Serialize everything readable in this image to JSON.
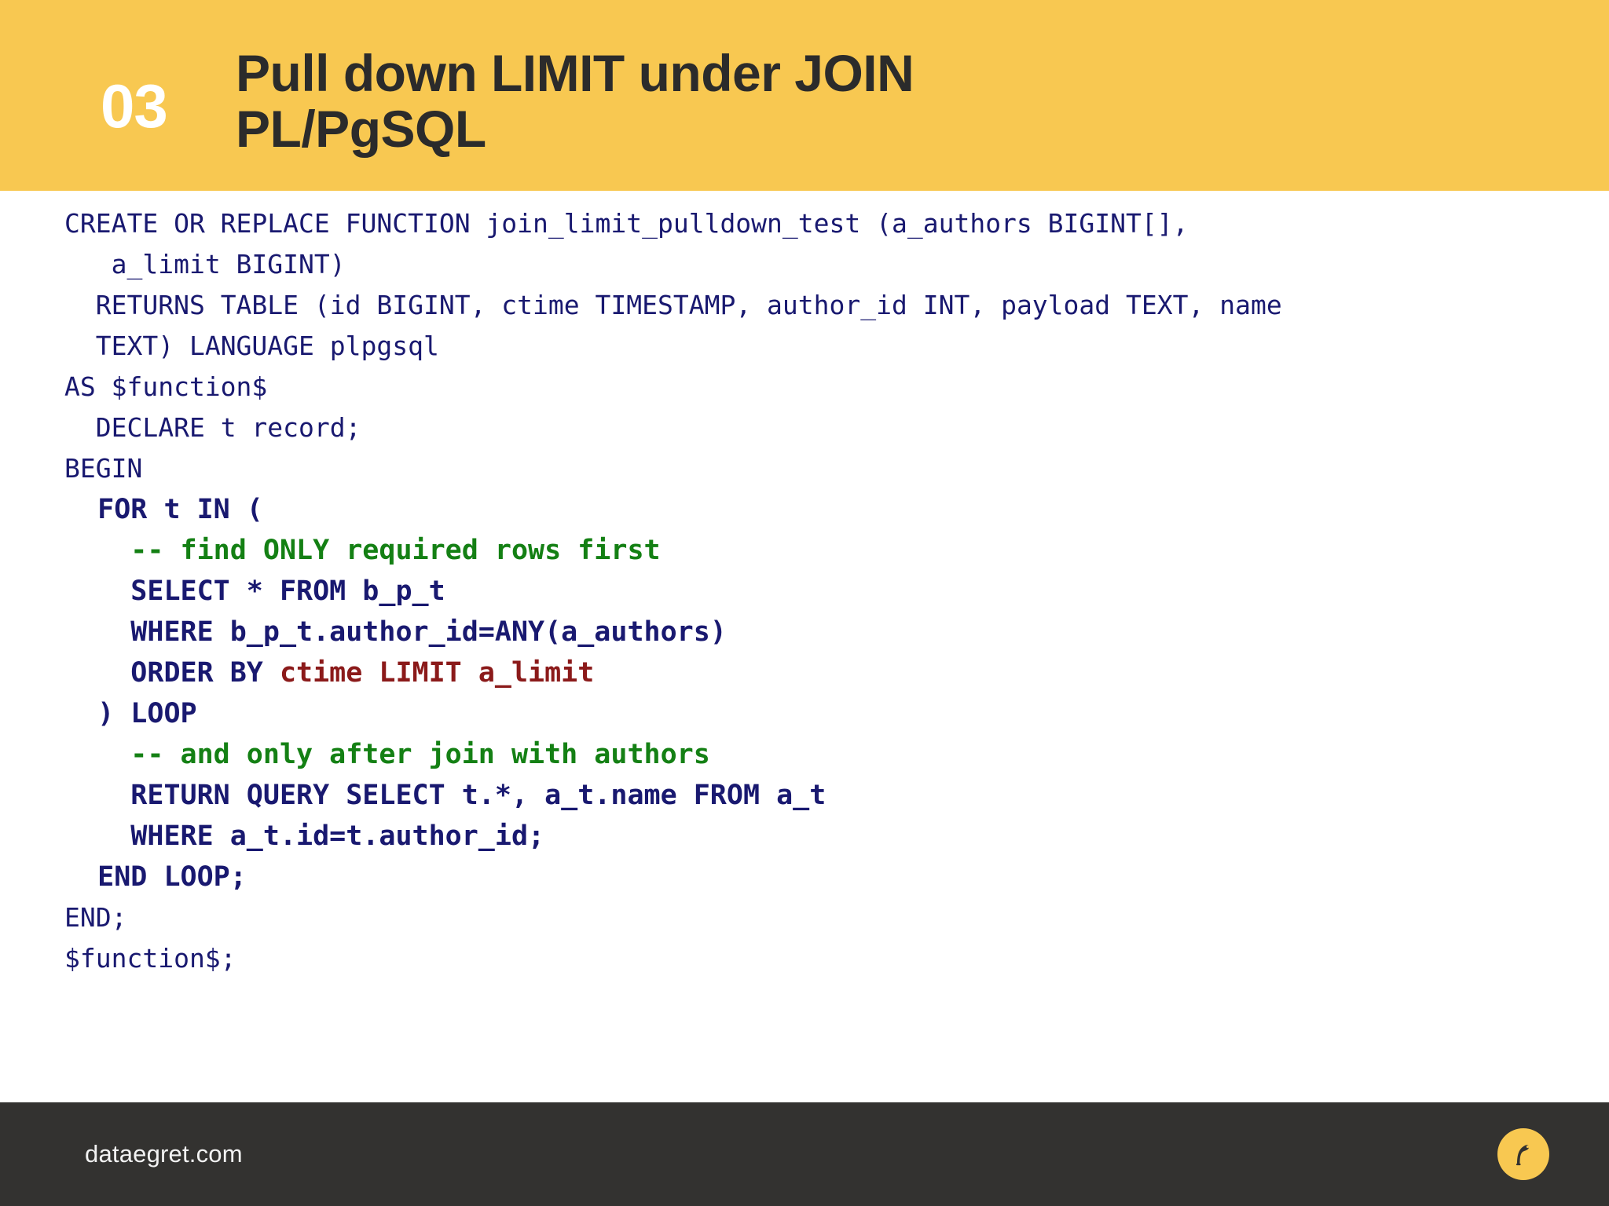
{
  "header": {
    "number": "03",
    "title": "Pull down LIMIT under JOIN\nPL/PgSQL",
    "background_color": "#F8C851",
    "number_color": "#FFFFFF",
    "title_color": "#2B2B2B"
  },
  "code": {
    "language": "plpgsql",
    "text_color": "#191970",
    "comment_color": "#148014",
    "limit_color": "#8B1A1A",
    "lines": [
      {
        "text": "CREATE OR REPLACE FUNCTION join_limit_pulldown_test (a_authors BIGINT[],",
        "style": "plain"
      },
      {
        "text": "   a_limit BIGINT)",
        "style": "plain"
      },
      {
        "text": "  RETURNS TABLE (id BIGINT, ctime TIMESTAMP, author_id INT, payload TEXT, name",
        "style": "plain"
      },
      {
        "text": "  TEXT) LANGUAGE plpgsql",
        "style": "plain"
      },
      {
        "text": "AS $function$",
        "style": "plain"
      },
      {
        "text": "  DECLARE t record;",
        "style": "plain"
      },
      {
        "text": "BEGIN",
        "style": "plain"
      },
      {
        "text": "  FOR t IN (",
        "style": "bold"
      },
      {
        "text": "    -- find ONLY required rows first",
        "style": "comment"
      },
      {
        "text": "    SELECT * FROM b_p_t",
        "style": "bold"
      },
      {
        "text": "    WHERE b_p_t.author_id=ANY(a_authors)",
        "style": "bold"
      },
      {
        "text": "    ORDER BY ",
        "style": "bold",
        "suffix": "ctime LIMIT a_limit",
        "suffix_style": "limit"
      },
      {
        "text": "  ) LOOP",
        "style": "bold"
      },
      {
        "text": "    -- and only after join with authors",
        "style": "comment"
      },
      {
        "text": "    RETURN QUERY SELECT t.*, a_t.name FROM a_t",
        "style": "bold"
      },
      {
        "text": "    WHERE a_t.id=t.author_id;",
        "style": "bold"
      },
      {
        "text": "  END LOOP;",
        "style": "bold"
      },
      {
        "text": "END;",
        "style": "plain"
      },
      {
        "text": "$function$;",
        "style": "plain"
      }
    ]
  },
  "footer": {
    "url": "dataegret.com",
    "background_color": "#333230",
    "url_color": "#F2F2F2",
    "logo_color": "#F8C851",
    "logo_name": "dataegret-logo"
  }
}
